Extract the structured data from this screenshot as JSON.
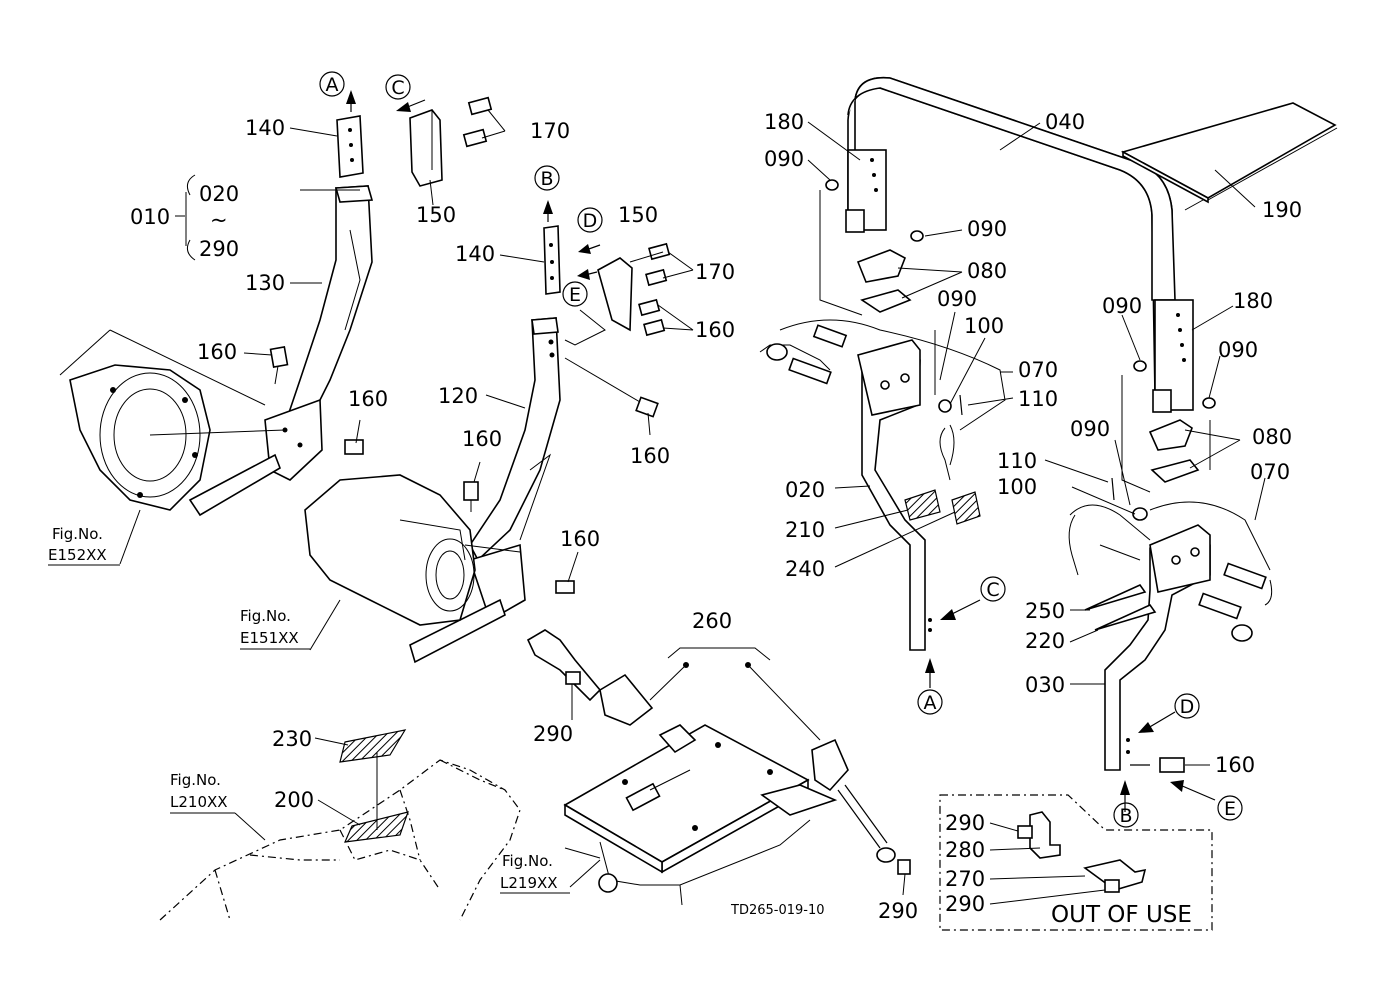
{
  "drawing_number": "TD265-019-10",
  "out_of_use_label": "OUT OF USE",
  "range_symbol": "~",
  "part_labels": {
    "p010": "010",
    "p020_range": "020",
    "p290_range": "290",
    "p130": "130",
    "p140_left": "140",
    "p150_left": "150",
    "p170_left": "170",
    "p160_a": "160",
    "p160_b": "160",
    "p140_mid": "140",
    "p150_mid": "150",
    "p170_mid": "170",
    "p160_c": "160",
    "p120": "120",
    "p160_d": "160",
    "p160_e": "160",
    "p160_f": "160",
    "p260": "260",
    "p290_a": "290",
    "p290_b": "290",
    "p230": "230",
    "p200": "200",
    "p180_left": "180",
    "p090_a": "090",
    "p040": "040",
    "p090_b": "090",
    "p080_a": "080",
    "p090_c": "090",
    "p100_a": "100",
    "p070_a": "070",
    "p110_a": "110",
    "p020": "020",
    "p210": "210",
    "p240": "240",
    "p190": "190",
    "p180_right": "180",
    "p090_d": "090",
    "p090_e": "090",
    "p090_f": "090",
    "p080_b": "080",
    "p110_b": "110",
    "p100_b": "100",
    "p070_b": "070",
    "p250": "250",
    "p220": "220",
    "p030": "030",
    "p160_g": "160",
    "p290_c": "290",
    "p280": "280",
    "p270": "270",
    "p290_d": "290"
  },
  "callouts": {
    "a_top": "A",
    "c_top": "C",
    "b_top": "B",
    "d_mid": "D",
    "e_mid": "E",
    "c_right": "C",
    "a_bottom": "A",
    "d_right": "D",
    "b_bottom": "B",
    "e_right": "E"
  },
  "figure_refs": [
    {
      "prefix": "Fig.No.",
      "code": "E152XX"
    },
    {
      "prefix": "Fig.No.",
      "code": "E151XX"
    },
    {
      "prefix": "Fig.No.",
      "code": "L210XX"
    },
    {
      "prefix": "Fig.No.",
      "code": "L219XX"
    }
  ],
  "colors": {
    "ink": "#000000",
    "paper": "#ffffff"
  }
}
